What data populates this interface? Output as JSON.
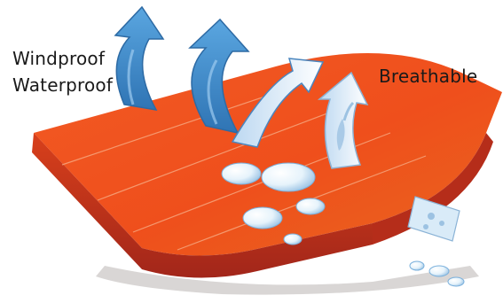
{
  "illustration": {
    "labels": {
      "windproof": "Windproof",
      "waterproof": "Waterproof",
      "breathable": "Breathable"
    },
    "colors": {
      "fabric_top": "#f0501e",
      "fabric_edge": "#c2301c",
      "fabric_shadow": "#7b1a12",
      "arrow_blue": "#4d98d6",
      "arrow_light": "#d7e9f7",
      "droplet": "#e9f4fb",
      "text": "#1a1a1a"
    },
    "icons": [
      "wind-arrow-icon",
      "water-droplet-icon",
      "vapor-arrow-icon"
    ]
  }
}
